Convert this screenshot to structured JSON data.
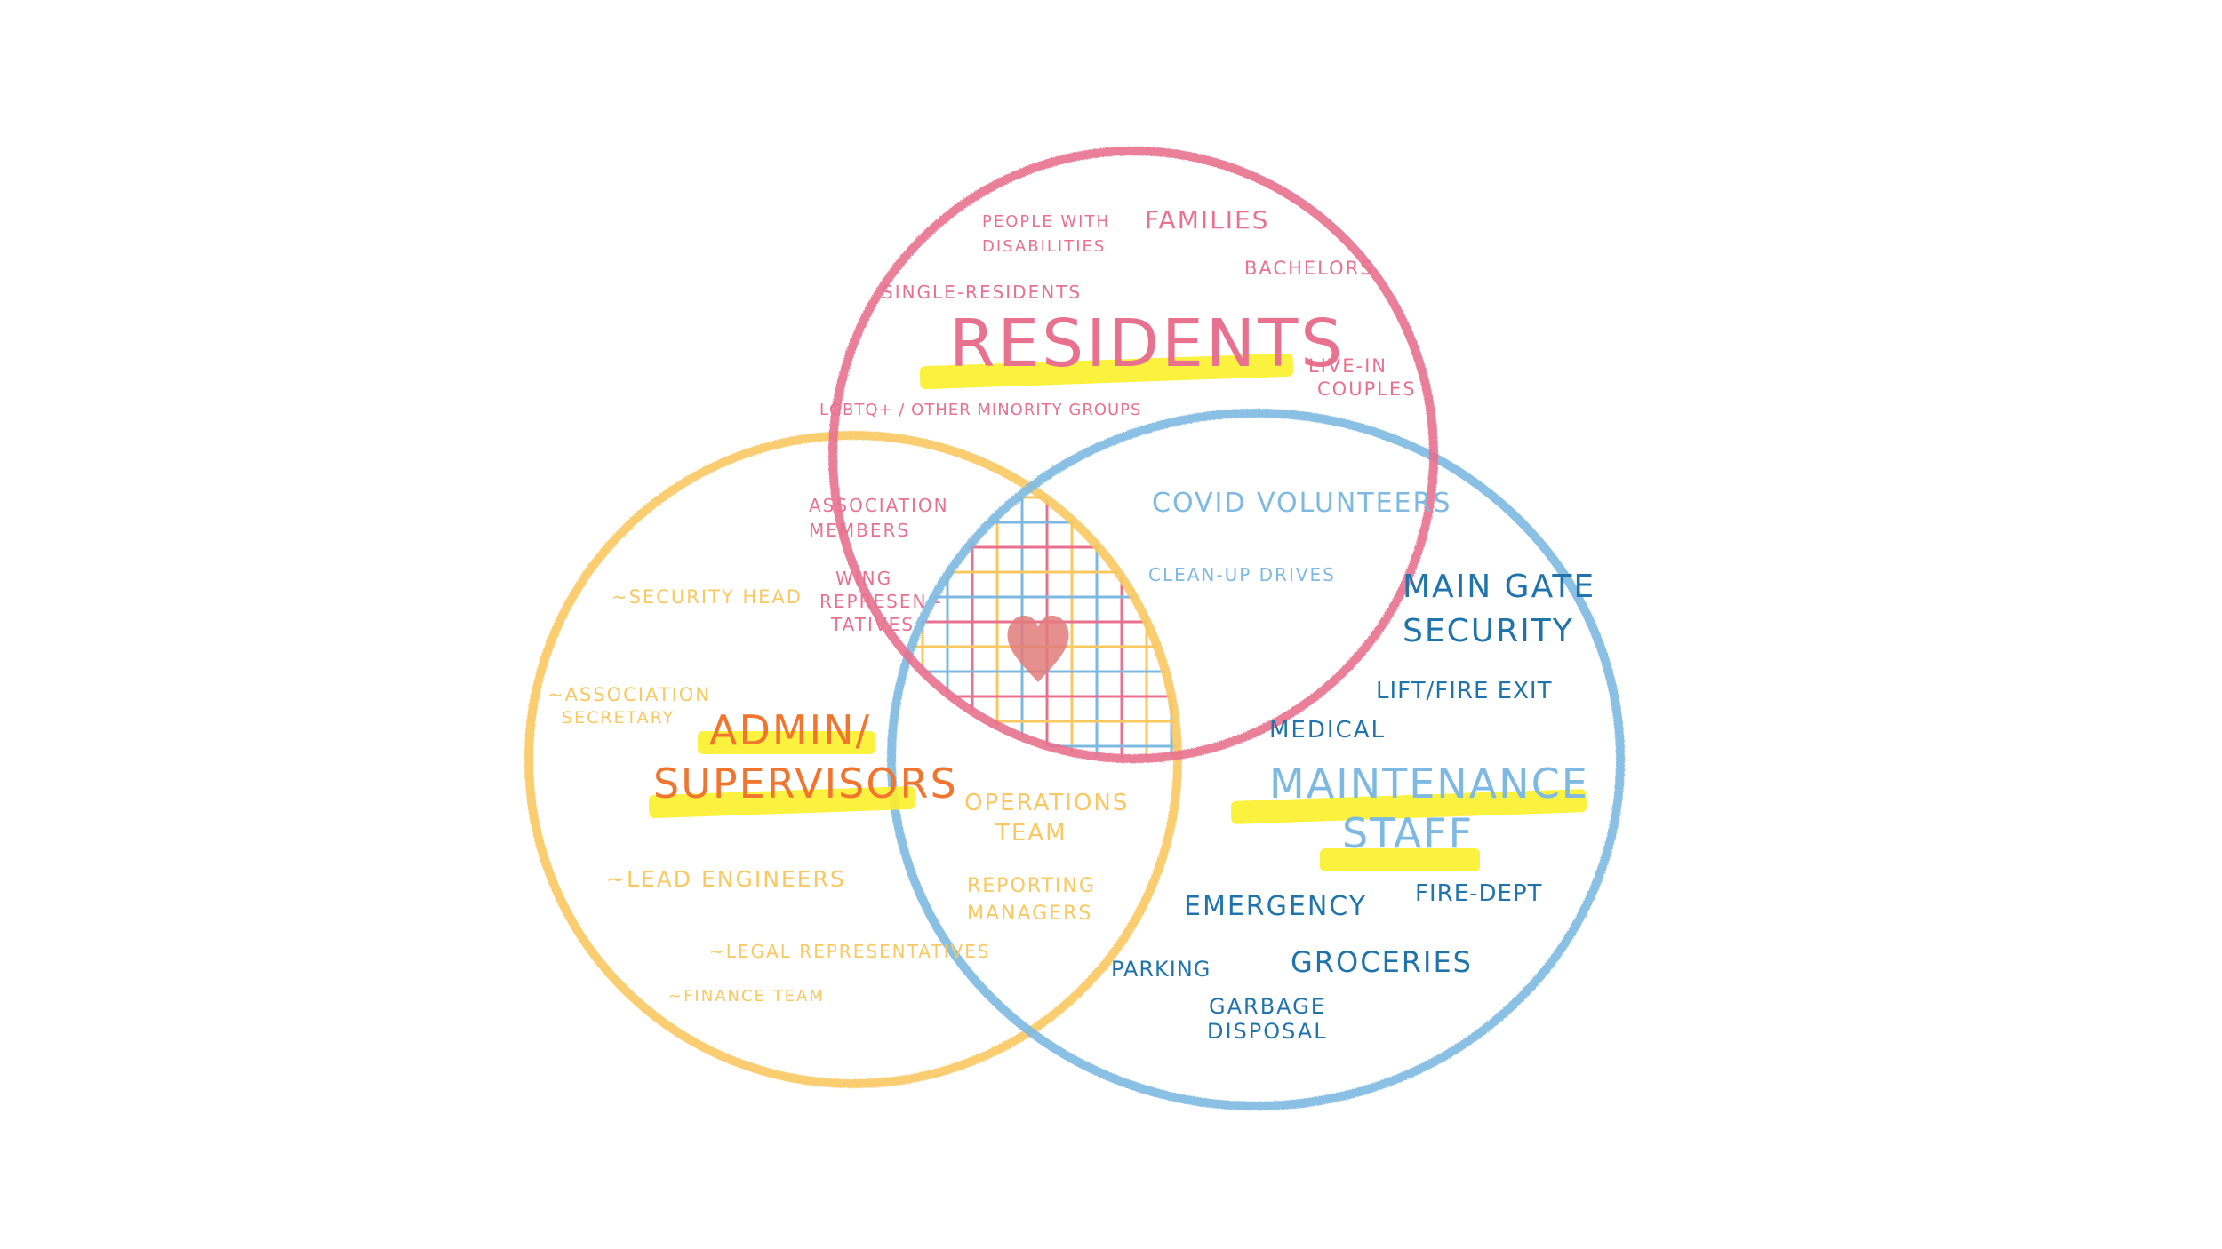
{
  "colors": {
    "residents": "#e8718f",
    "admin": "#f9c860",
    "maintenance": "#7db9e1",
    "maintenance_dark": "#1f74ac",
    "admin_title": "#f0762f",
    "highlight": "#fbf02a",
    "heart": "#e07b7b"
  },
  "icons": {
    "center": "heart-icon"
  },
  "residents": {
    "title": "RESIDENTS",
    "items": [
      "PEOPLE WITH",
      "DISABILITIES",
      "FAMILIES",
      "BACHELORS",
      "SINGLE-RESIDENTS",
      "LIVE-IN",
      "COUPLES",
      "LGBTQ+ / OTHER MINORITY GROUPS"
    ]
  },
  "admin": {
    "title_line1": "ADMIN/",
    "title_line2": "SUPERVISORS",
    "items": [
      "~SECURITY HEAD",
      "~ASSOCIATION",
      "SECRETARY",
      "~LEAD ENGINEERS",
      "~LEGAL REPRESENTATIVES",
      "~FINANCE TEAM"
    ]
  },
  "maintenance": {
    "title_line1": "MAINTENANCE",
    "title_line2": "STAFF",
    "items": [
      "MAIN GATE",
      "SECURITY",
      "LIFT/FIRE EXIT",
      "MEDICAL",
      "EMERGENCY",
      "FIRE-DEPT",
      "PARKING",
      "GROCERIES",
      "GARBAGE",
      "DISPOSAL"
    ]
  },
  "residents_admin": {
    "items": [
      "ASSOCIATION",
      "MEMBERS",
      "WING",
      "REPRESEN -",
      "TATIVES"
    ]
  },
  "residents_maintenance": {
    "items": [
      "COVID VOLUNTEERS",
      "CLEAN-UP DRIVES"
    ]
  },
  "admin_maintenance": {
    "items": [
      "OPERATIONS",
      "TEAM",
      "REPORTING",
      "MANAGERS"
    ]
  }
}
